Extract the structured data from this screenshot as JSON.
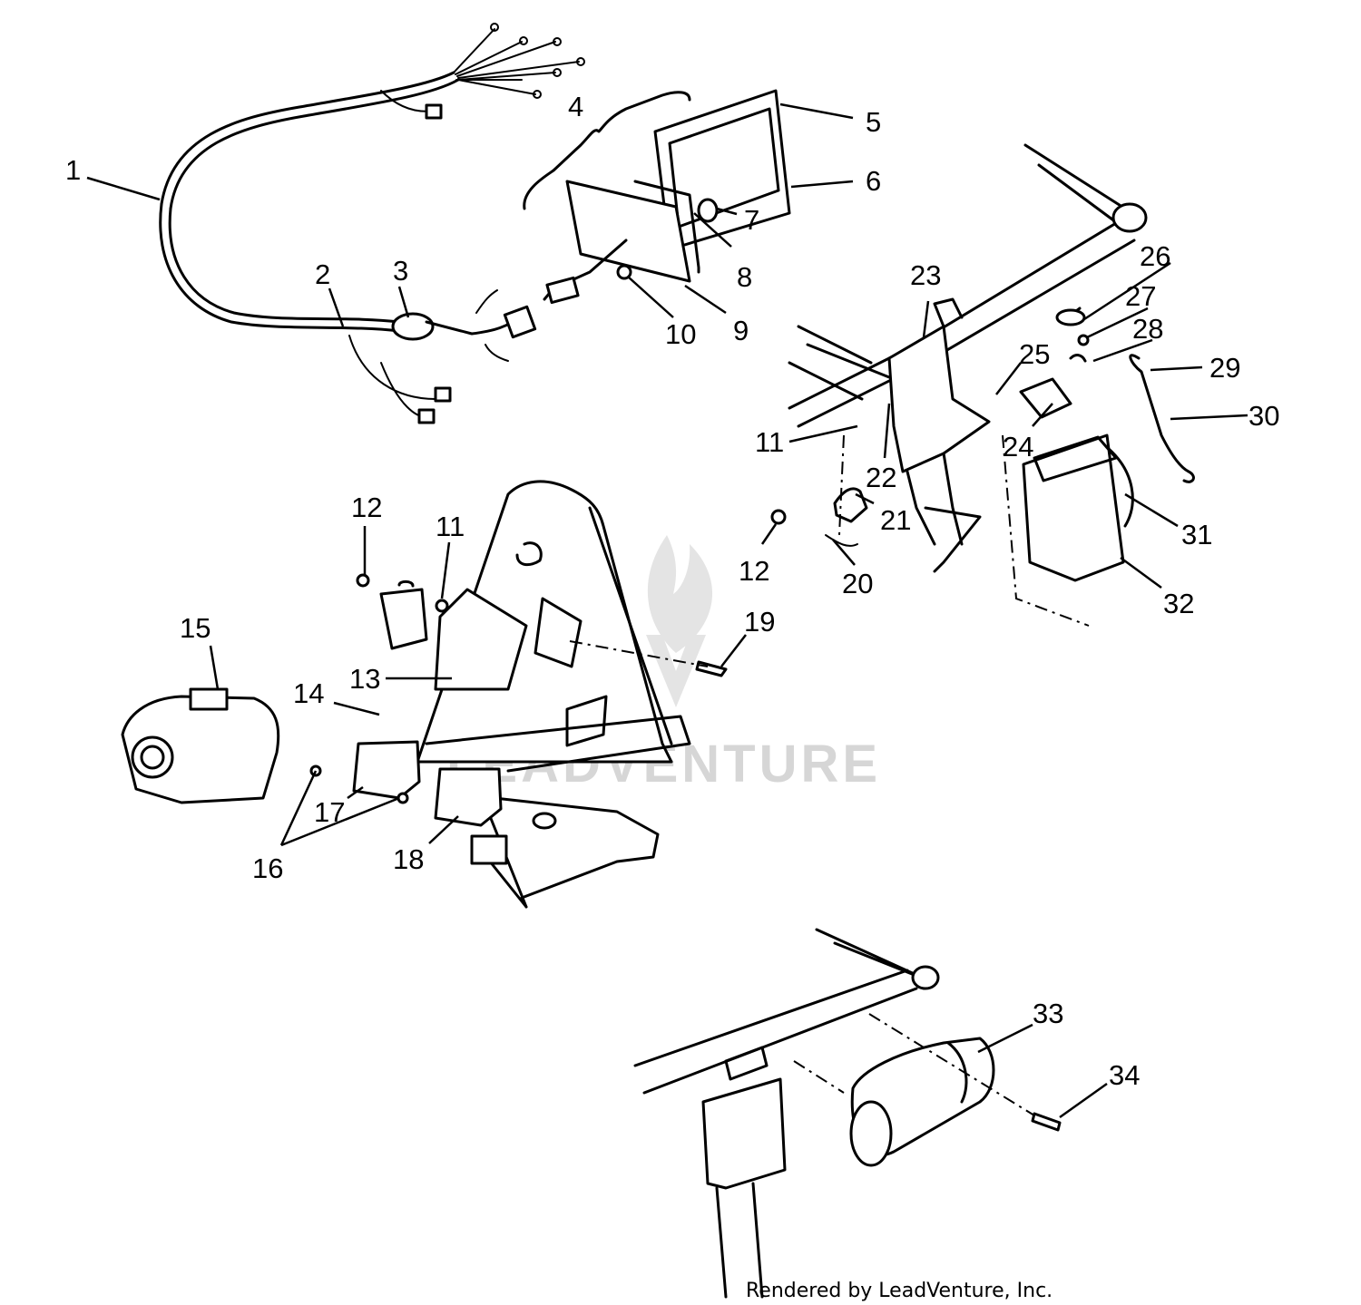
{
  "callouts": [
    "1",
    "2",
    "3",
    "4",
    "5",
    "6",
    "7",
    "8",
    "9",
    "10",
    "11",
    "12",
    "13",
    "14",
    "15",
    "16",
    "17",
    "18",
    "19",
    "20",
    "21",
    "22",
    "23",
    "24",
    "25",
    "26",
    "27",
    "28",
    "29",
    "30",
    "31",
    "32",
    "33",
    "34"
  ],
  "callouts_repeated": {
    "11": "11",
    "12": "12"
  },
  "watermark": {
    "text": "LEADVENTURE",
    "color": "#d6d6d6"
  },
  "footer": "Rendered by LeadVenture, Inc."
}
